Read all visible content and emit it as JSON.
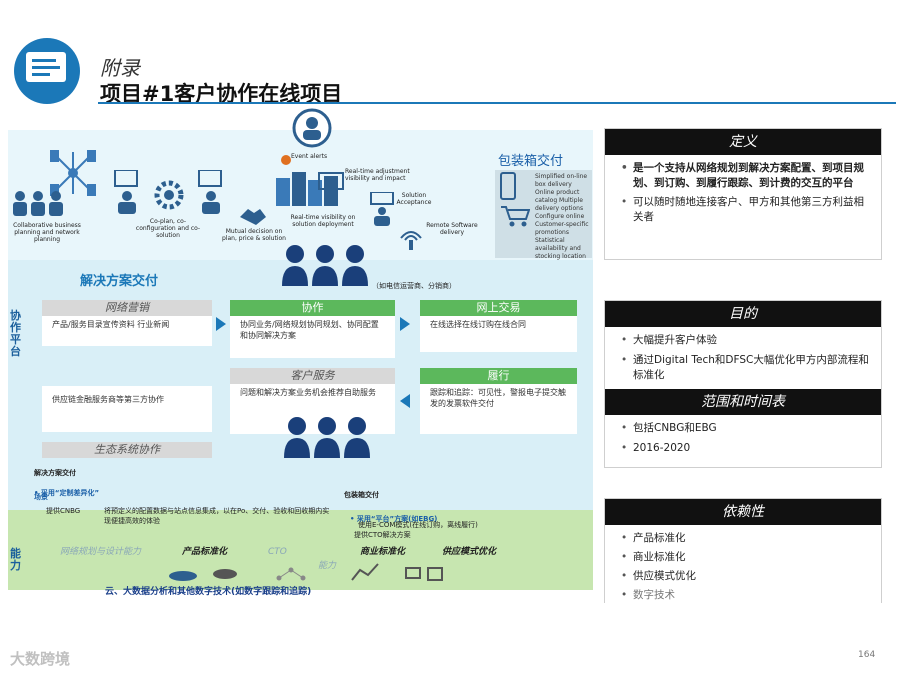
{
  "header": {
    "appendix": "附录",
    "title": "项目#1客户协作在线项目"
  },
  "diagram": {
    "top_icons": {
      "collab": "Collaborative business planning and network planning",
      "coplan": "Co-plan, co-configuration and co-solution",
      "mutual": "Mutual decision on plan, price & solution",
      "event": "Event alerts",
      "realtime_adj": "Real-time adjustment visibility and impact",
      "solution_accept": "Solution Acceptance",
      "realtime_vis": "Real-time visibility on solution deployment",
      "remote": "Remote Software delivery",
      "pack_items": "Simplified on-line box delivery Online product catalog Multiple delivery options Configure online Customer-specific promotions Statistical availability and stocking location"
    },
    "pack_label": "包装箱交付",
    "solution_label": "解决方案交付",
    "customer_caption": "（如电信运营商、分销商）",
    "side_a": "协作平台",
    "side_b": "能力",
    "boxes": {
      "marketing": {
        "title": "网络营销",
        "body": "产品/服务目录宣传资料 行业新闻"
      },
      "collab": {
        "title": "协作",
        "body": "协同业务/网络规划协同规划、协同配置和协同解决方案"
      },
      "online": {
        "title": "网上交易",
        "body": "在线选择在线订购在线合同"
      },
      "supply": {
        "title": "",
        "body": "供应链金融服务商等第三方协作"
      },
      "ecosystem": {
        "title": "生态系统协作",
        "body": ""
      },
      "service": {
        "title": "客户服务",
        "body": "问题和解决方案业务机会推荐自助服务"
      },
      "fulfill": {
        "title": "履行",
        "body": "跟踪和追踪：可见性，警报电子提交触发的发票软件交付"
      }
    },
    "sol_delivery": {
      "title": "解决方案交付",
      "mode_prefix": "采用",
      "mode": "“定制差异化”",
      "scene": "场景",
      "desc": "将预定义的配置数据与站点信息集成，以在Po、交付、验收和回收期内实现便捷高效的体验",
      "tag": "提供CNBG"
    },
    "pack_delivery": {
      "title": "包装箱交付",
      "mode_prefix": "采用",
      "mode": "“平台”方案(如EBG)",
      "desc": "使用E-COM模式(在线订购，离线履行)",
      "tag": "提供CTO解决方案"
    },
    "capabilities": [
      "网络规划与设计能力",
      "产品标准化",
      "CTO",
      "商业标准化",
      "供应模式优化"
    ],
    "cap_mid": "能力",
    "bottom_note": "云、大数据分析和其他数字技术(如数字跟踪和追踪)"
  },
  "panels": {
    "definition": {
      "title": "定义",
      "items": [
        "是一个支持从网络规划到解决方案配置、到项目规划、到订购、到履行跟踪、到计费的交互的平台",
        "可以随时随地连接客户、甲方和其他第三方利益相关者"
      ]
    },
    "purpose": {
      "title": "目的",
      "items": [
        "大幅提升客户体验",
        "通过Digital Tech和DFSC大幅优化甲方内部流程和标准化"
      ]
    },
    "scope": {
      "title": "范围和时间表",
      "items": [
        "包括CNBG和EBG",
        "2016-2020"
      ]
    },
    "dependency": {
      "title": "依赖性",
      "items": [
        "产品标准化",
        "商业标准化",
        "供应模式优化",
        "数字技术"
      ]
    }
  },
  "footer": {
    "page_number": "164",
    "watermark": "大数跨境"
  }
}
